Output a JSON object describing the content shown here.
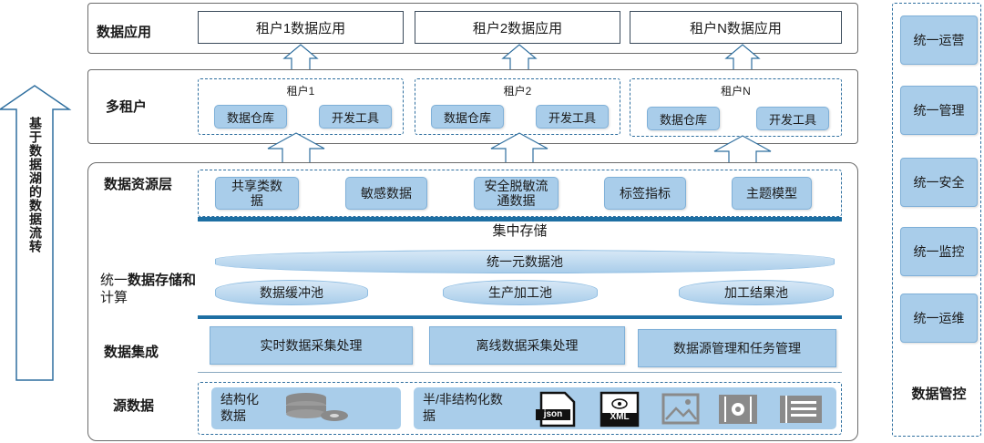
{
  "layers": {
    "data_app": "数据应用",
    "multi_tenant": "多租户",
    "resource": "数据资源层",
    "storage_compute_prefix": "统一",
    "storage_compute_bold": "数据存储和",
    "storage_compute_suffix": "计算",
    "integration": "数据集成",
    "source": "源数据"
  },
  "apps": [
    "租户1数据应用",
    "租户2数据应用",
    "租户N数据应用"
  ],
  "tenants": [
    {
      "name": "租户1",
      "warehouse": "数据仓库",
      "tools": "开发工具"
    },
    {
      "name": "租户2",
      "warehouse": "数据仓库",
      "tools": "开发工具"
    },
    {
      "name": "租户N",
      "warehouse": "数据仓库",
      "tools": "开发工具"
    }
  ],
  "resources": [
    "共享类数据",
    "敏感数据",
    "安全脱敏流通数据",
    "标签指标",
    "主题模型"
  ],
  "storage": {
    "title": "集中存储",
    "unified_pool": "统一元数据池",
    "pools": [
      "数据缓冲池",
      "生产加工池",
      "加工结果池"
    ]
  },
  "integration_items": [
    "实时数据采集处理",
    "离线数据采集处理",
    "数据源管理和任务管理"
  ],
  "sources": {
    "structured": "结构化数据",
    "semi": "半/非结构化数据",
    "icon_json_label": "json",
    "icon_xml_label": "XML"
  },
  "side_arrow_text": "基于数据湖的数据流转",
  "governance": {
    "items": [
      "统一运营",
      "统一管理",
      "统一安全",
      "统一监控",
      "统一运维"
    ],
    "title": "数据管控"
  },
  "colors": {
    "accent": "#a9cdea",
    "bar": "#1d6fa3",
    "border": "#6b6b6b"
  }
}
